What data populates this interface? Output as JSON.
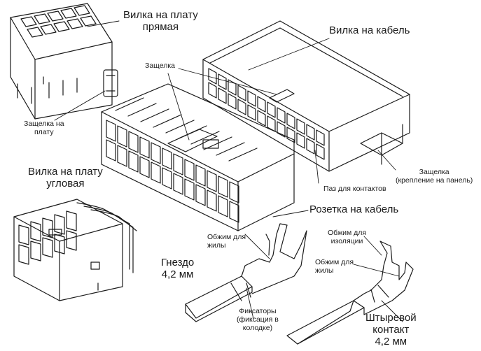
{
  "labels": {
    "straight_header": [
      "Вилка на плату",
      "прямая"
    ],
    "cable_plug": [
      "Вилка на кабель"
    ],
    "latch_top": [
      "Защелка"
    ],
    "board_latch": [
      "Защелка на",
      "плату"
    ],
    "angled_header": [
      "Вилка на плату",
      "угловая"
    ],
    "contact_slot": [
      "Паз для контактов"
    ],
    "panel_latch": [
      "Защелка",
      "(крепление на панель)"
    ],
    "cable_socket": [
      "Розетка на кабель"
    ],
    "wire_crimp_left": [
      "Обжим для",
      "жилы"
    ],
    "insulation_crimp": [
      "Обжим для",
      "изоляции"
    ],
    "wire_crimp_right": [
      "Обжим для",
      "жилы"
    ],
    "female_contact": [
      "Гнездо",
      "4,2 мм"
    ],
    "retainers": [
      "Фиксаторы",
      "(фиксация в",
      "колодке)"
    ],
    "pin_contact": [
      "Штыревой",
      "контакт",
      "4,2 мм"
    ]
  },
  "colors": {
    "ink": "#1a1a1a",
    "background": "#ffffff"
  }
}
